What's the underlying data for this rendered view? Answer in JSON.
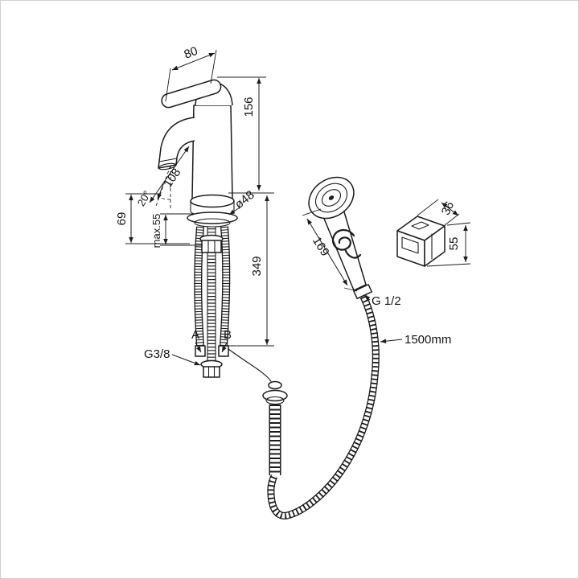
{
  "drawing": {
    "labels": {
      "top_width": "80",
      "height_above": "156",
      "spout_reach": "108",
      "spout_angle": "20°",
      "outlet_height": "69",
      "max_deck_thickness": "max.55",
      "flange_diameter": "ø48",
      "height_below": "349",
      "inlet_a": "A",
      "inlet_b": "B",
      "inlet_thread": "G3/8",
      "handshower_length": "169",
      "hose_thread": "G 1/2",
      "hose_length": "1500mm",
      "bracket_width": "36",
      "bracket_height": "55"
    },
    "colors": {
      "line": "#1c1c1c",
      "background": "#ffffff",
      "frame": "#cfcfcf"
    }
  }
}
